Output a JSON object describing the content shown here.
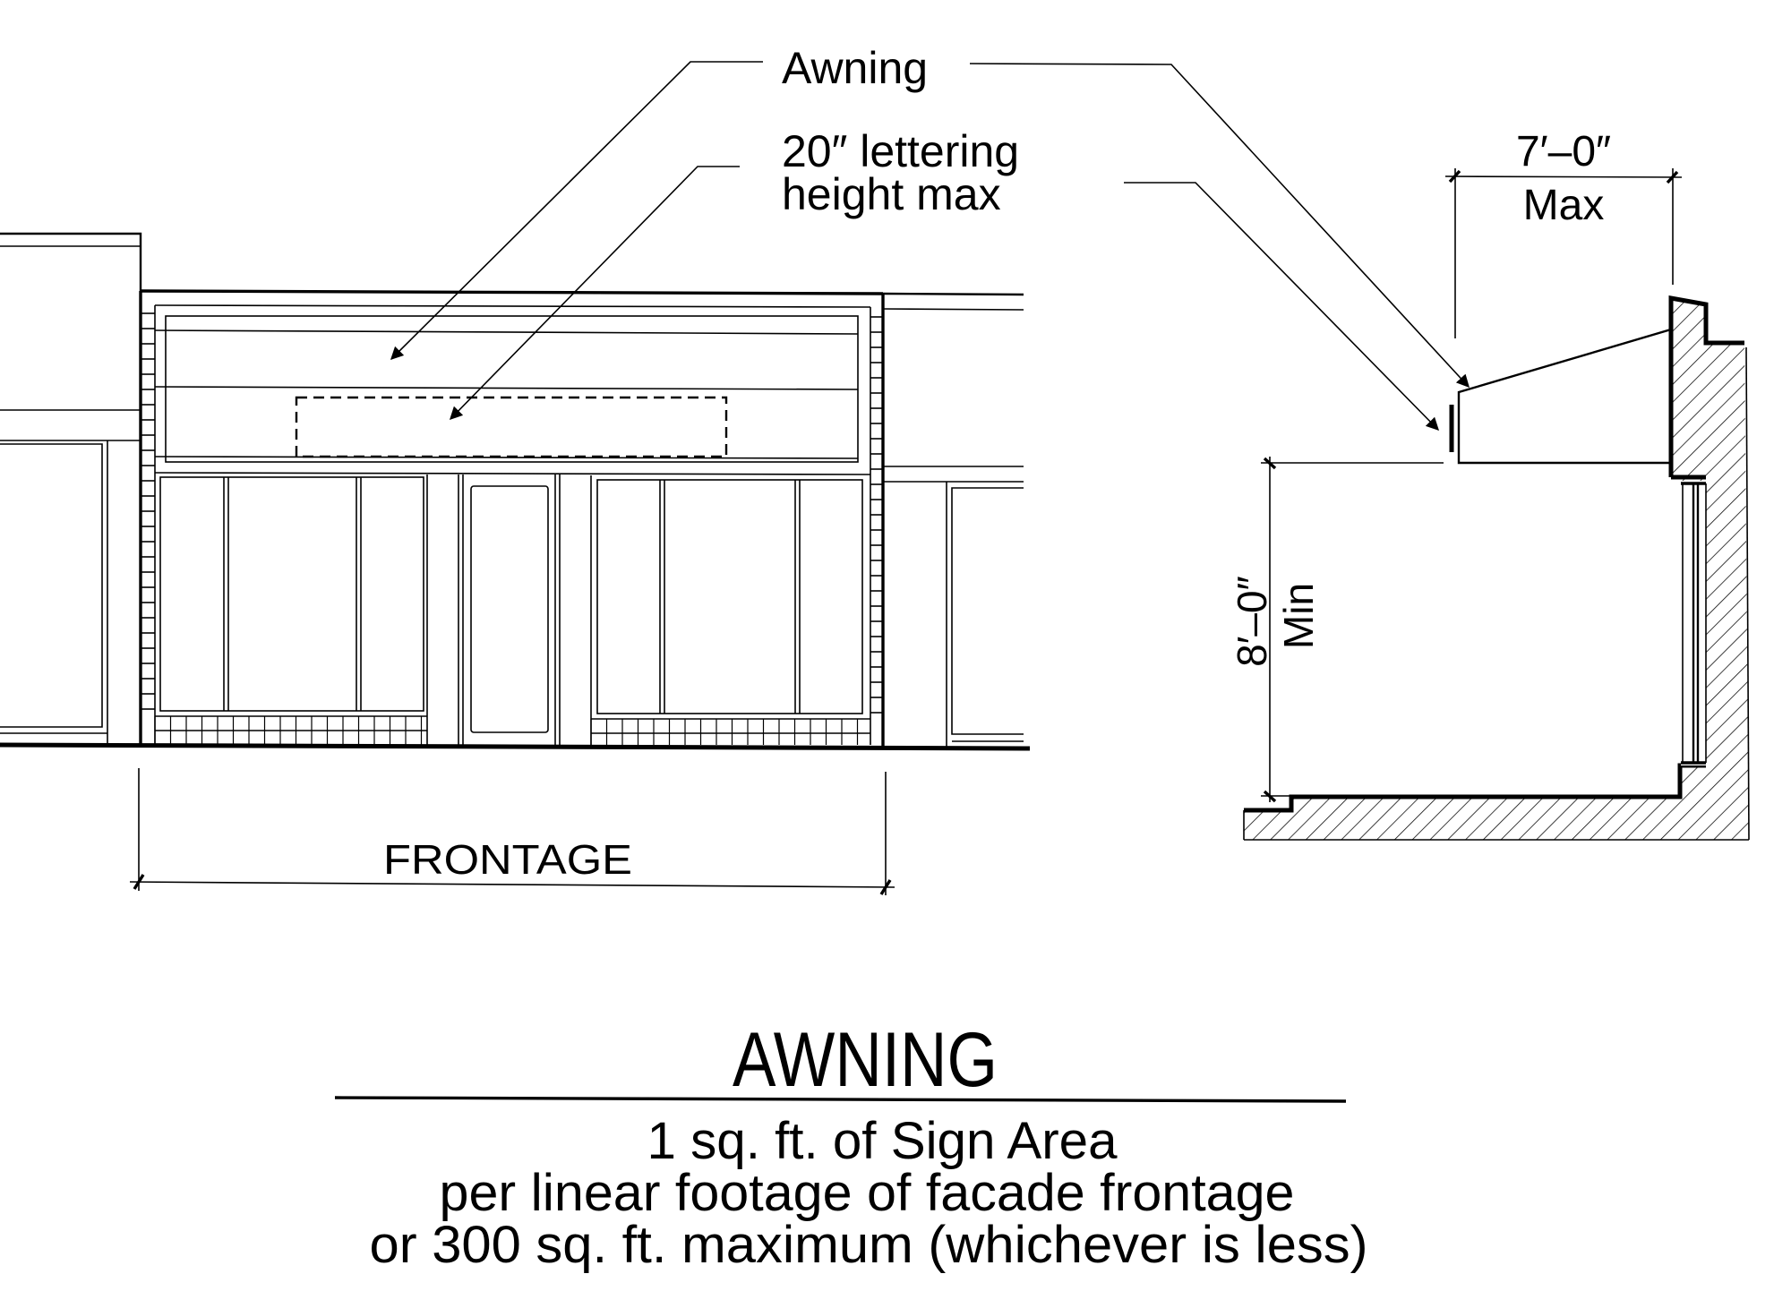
{
  "callouts": {
    "awning": "Awning",
    "lettering_line1": "20″  lettering",
    "lettering_line2": "height max"
  },
  "elevation": {
    "frontage_label": "FRONTAGE"
  },
  "section": {
    "projection_value": "7′–0″",
    "projection_qualifier": "Max",
    "clearance_value": "8′–0″",
    "clearance_qualifier": "Min"
  },
  "caption": {
    "title": "AWNING",
    "lines": [
      "1 sq. ft. of Sign  Area",
      "per linear footage  of facade  frontage",
      "or 300  sq. ft. maximum   (whichever is  less)"
    ]
  },
  "colors": {
    "ink": "#000000",
    "paper": "#ffffff"
  }
}
